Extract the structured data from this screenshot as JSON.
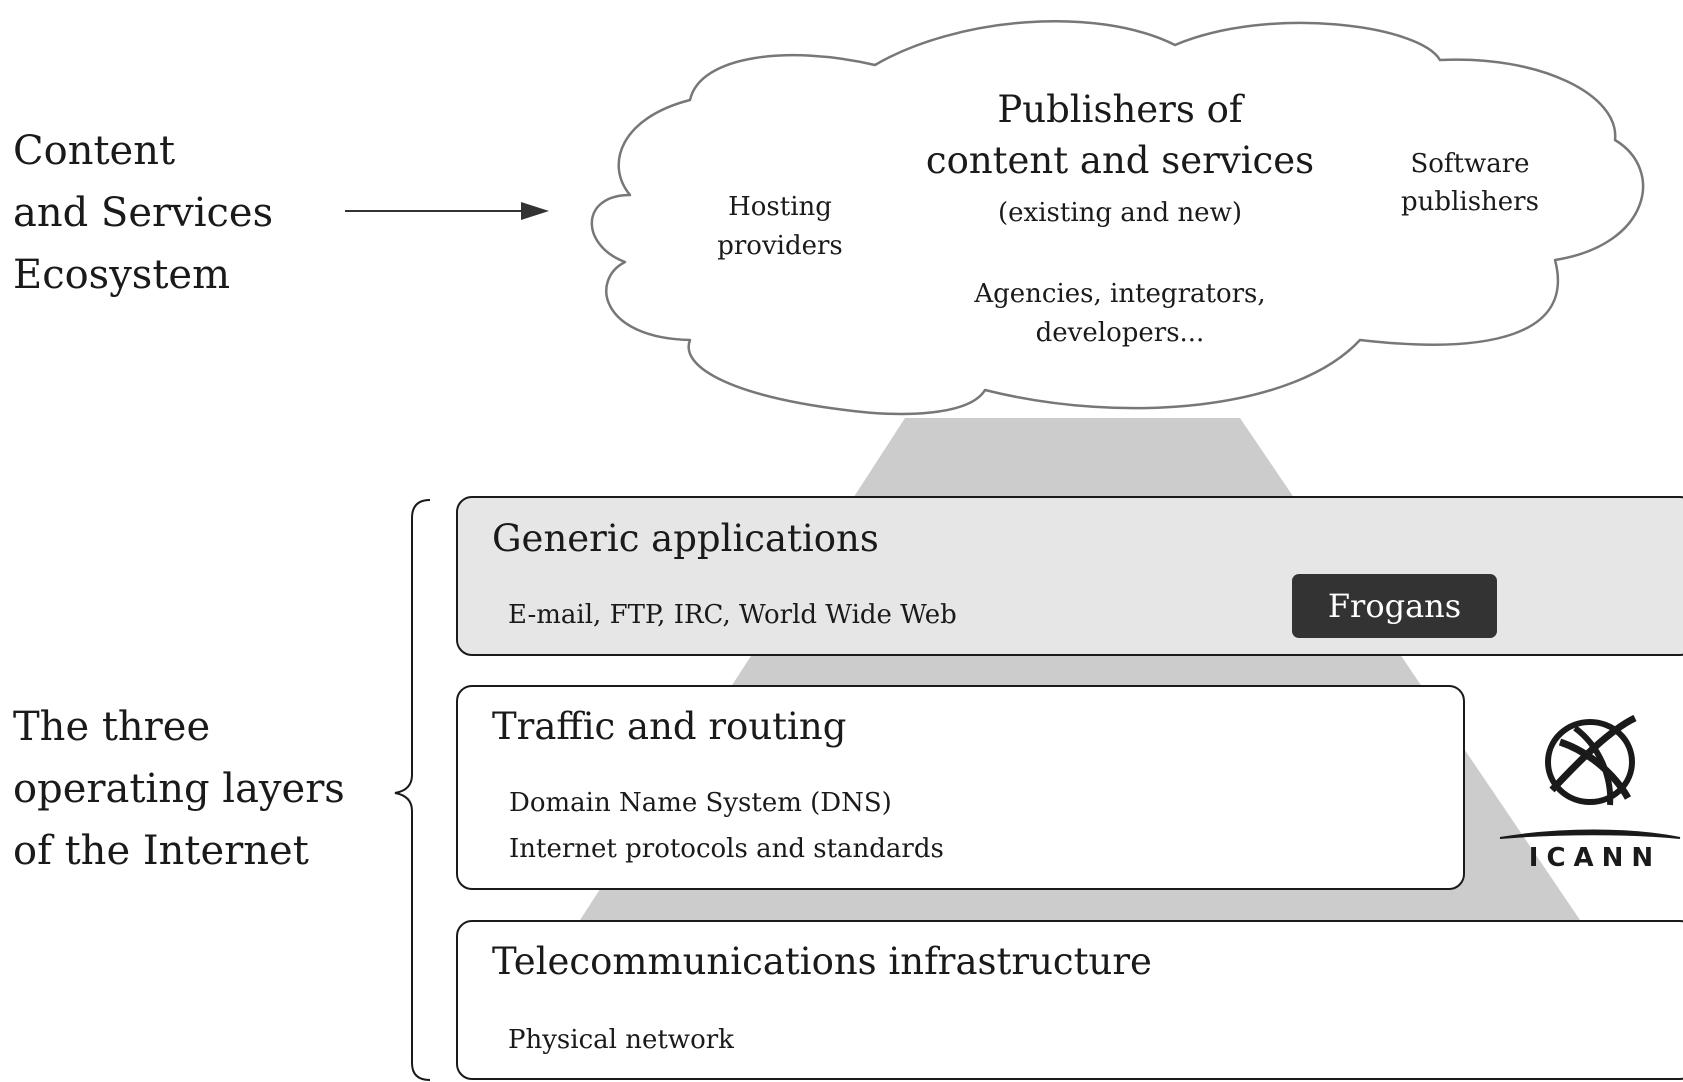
{
  "ecosystem_label": [
    "Content",
    "and Services",
    "Ecosystem"
  ],
  "layers_label": [
    "The three",
    "operating layers",
    "of the Internet"
  ],
  "cloud": {
    "title": [
      "Publishers of",
      "content and services"
    ],
    "subtitle": "(existing and new)",
    "hosting": [
      "Hosting",
      "providers"
    ],
    "software": [
      "Software",
      "publishers"
    ],
    "agencies": [
      "Agencies, integrators,",
      "developers..."
    ]
  },
  "layers": [
    {
      "title": "Generic applications",
      "items": [
        "E-mail, FTP, IRC, World Wide Web"
      ]
    },
    {
      "title": "Traffic and routing",
      "items": [
        "Domain Name System (DNS)",
        "Internet protocols and standards"
      ]
    },
    {
      "title": "Telecommunications infrastructure",
      "items": [
        "Physical network"
      ]
    }
  ],
  "frogans": {
    "label": "Frogans"
  },
  "icann": {
    "logo_text": "ICANN"
  },
  "colors": {
    "pyramid": "#cccccc",
    "top_layer_fill": "#e6e6e6",
    "frogans_fill": "#333333",
    "cloud_stroke": "#777777"
  }
}
